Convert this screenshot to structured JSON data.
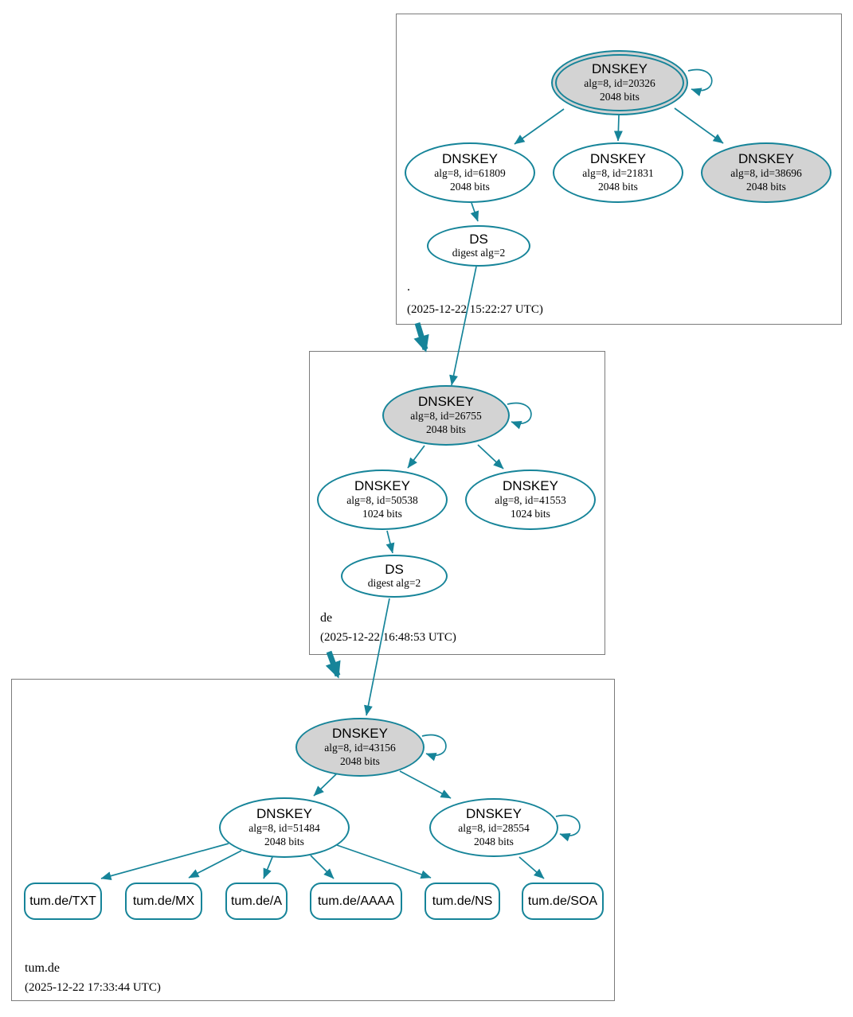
{
  "diagram_type": "dnssec-authentication-chain",
  "colors": {
    "edge": "#168499",
    "ksk_fill": "#d3d3d3",
    "node_fill": "#ffffff",
    "box_border": "#7b7b7b",
    "text": "#000000"
  },
  "zones": [
    {
      "name": ".",
      "timestamp": "(2025-12-22 15:22:27 UTC)",
      "keys": [
        {
          "title": "DNSKEY",
          "detail1": "alg=8, id=20326",
          "detail2": "2048 bits"
        },
        {
          "title": "DNSKEY",
          "detail1": "alg=8, id=61809",
          "detail2": "2048 bits"
        },
        {
          "title": "DNSKEY",
          "detail1": "alg=8, id=21831",
          "detail2": "2048 bits"
        },
        {
          "title": "DNSKEY",
          "detail1": "alg=8, id=38696",
          "detail2": "2048 bits"
        }
      ],
      "ds": {
        "title": "DS",
        "detail1": "digest alg=2"
      }
    },
    {
      "name": "de",
      "timestamp": "(2025-12-22 16:48:53 UTC)",
      "keys": [
        {
          "title": "DNSKEY",
          "detail1": "alg=8, id=26755",
          "detail2": "2048 bits"
        },
        {
          "title": "DNSKEY",
          "detail1": "alg=8, id=50538",
          "detail2": "1024 bits"
        },
        {
          "title": "DNSKEY",
          "detail1": "alg=8, id=41553",
          "detail2": "1024 bits"
        }
      ],
      "ds": {
        "title": "DS",
        "detail1": "digest alg=2"
      }
    },
    {
      "name": "tum.de",
      "timestamp": "(2025-12-22 17:33:44 UTC)",
      "keys": [
        {
          "title": "DNSKEY",
          "detail1": "alg=8, id=43156",
          "detail2": "2048 bits"
        },
        {
          "title": "DNSKEY",
          "detail1": "alg=8, id=51484",
          "detail2": "2048 bits"
        },
        {
          "title": "DNSKEY",
          "detail1": "alg=8, id=28554",
          "detail2": "2048 bits"
        }
      ],
      "rrsets": [
        "tum.de/TXT",
        "tum.de/MX",
        "tum.de/A",
        "tum.de/AAAA",
        "tum.de/NS",
        "tum.de/SOA"
      ]
    }
  ]
}
